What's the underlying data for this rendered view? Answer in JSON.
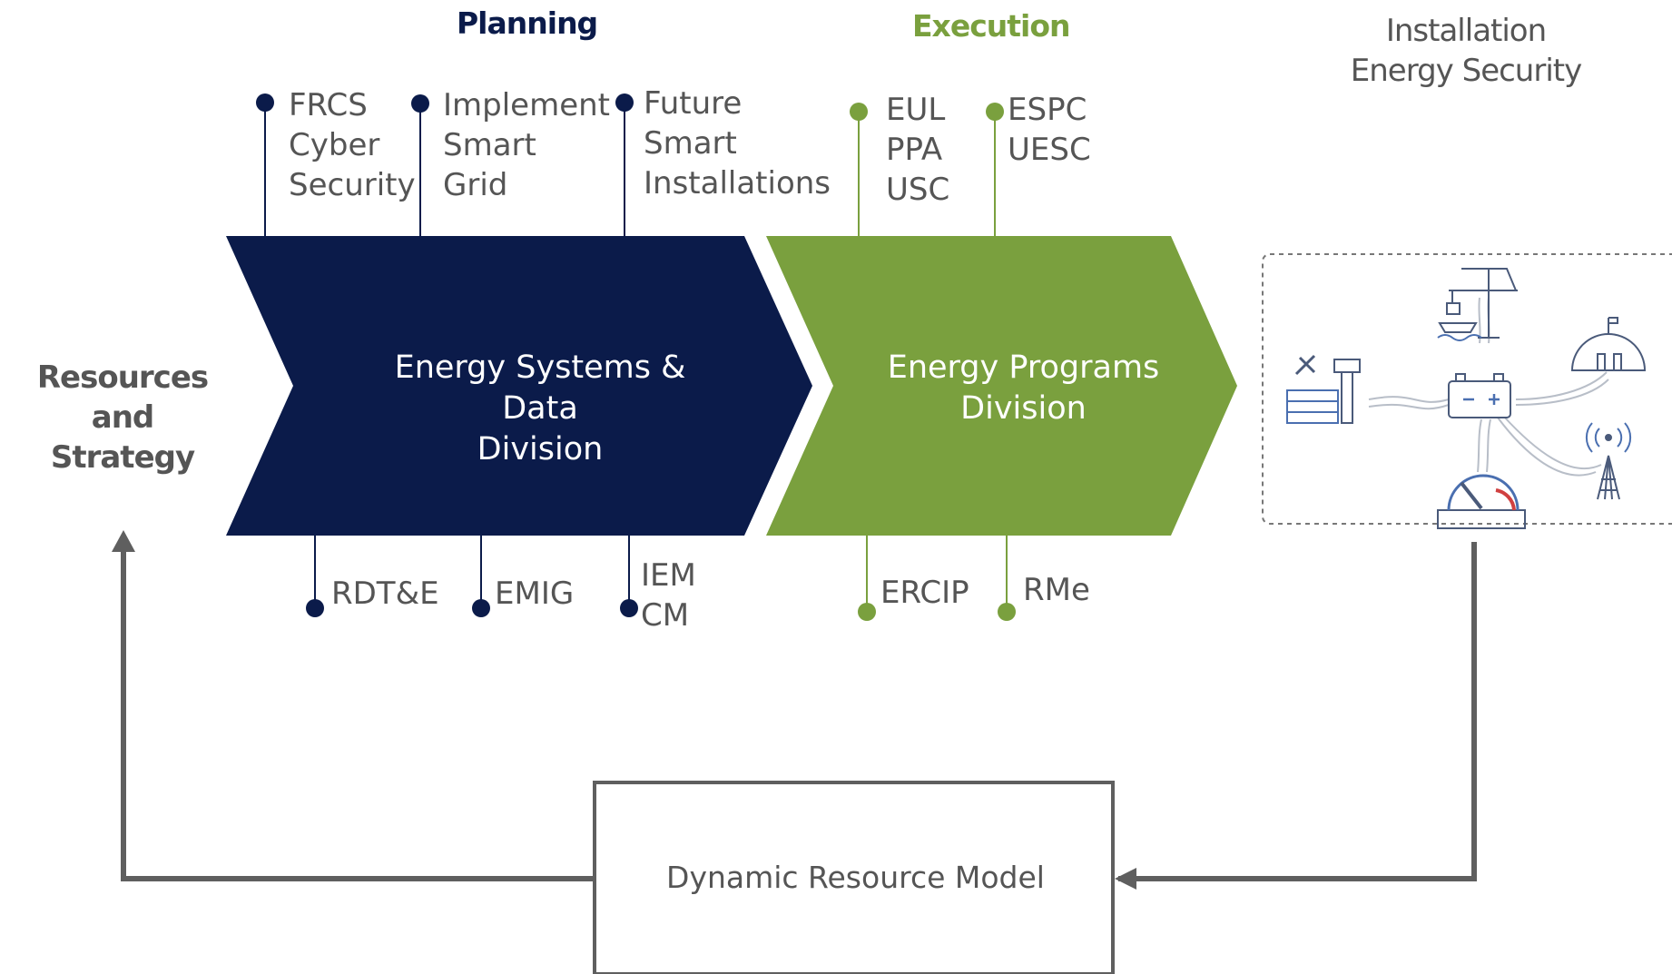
{
  "colors": {
    "navy": "#0b1b4a",
    "green": "#7aa03e",
    "gray_text": "#555555",
    "arrow_gray": "#5f5f5f",
    "icon_blue": "#4a5a7a"
  },
  "headings": {
    "planning": "Planning",
    "execution": "Execution",
    "installation": "Installation\nEnergy Security"
  },
  "planning_top": [
    "FRCS\nCyber\nSecurity",
    "Implement\nSmart\nGrid",
    "Future\nSmart\nInstallations"
  ],
  "planning_bottom": [
    "RDT&E",
    "EMIG",
    "IEM\nCM"
  ],
  "execution_top": [
    "EUL\nPPA\nUSC",
    "ESPC\nUESC"
  ],
  "execution_bottom": [
    "ERCIP",
    "RMe"
  ],
  "divisions": {
    "systems": "Energy Systems & Data\nDivision",
    "programs": "Energy Programs\nDivision"
  },
  "side_label": "Resources and\nStrategy",
  "model_label": "Dynamic Resource Model",
  "icons": [
    "airport-icon",
    "port-crane-icon",
    "military-base-icon",
    "battery-icon",
    "radio-tower-icon",
    "power-gauge-icon"
  ]
}
